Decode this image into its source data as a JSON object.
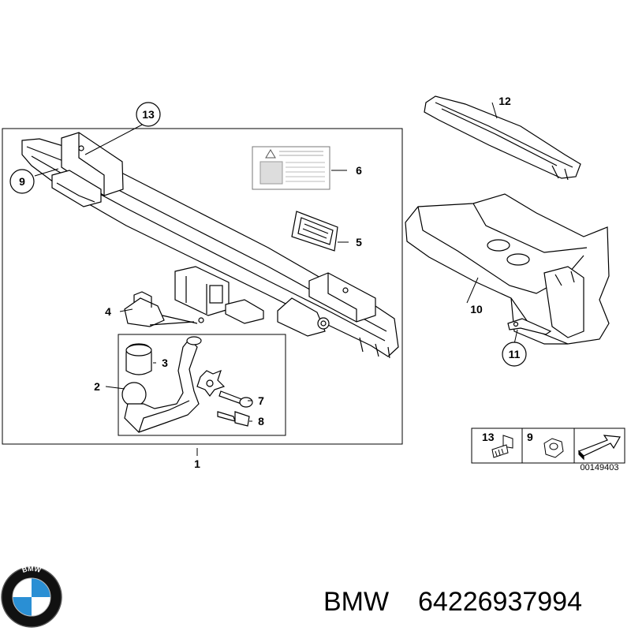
{
  "callouts": {
    "c1": "1",
    "c2": "2",
    "c3": "3",
    "c4": "4",
    "c5": "5",
    "c6": "6",
    "c7": "7",
    "c8": "8",
    "c9": "9",
    "c10": "10",
    "c11": "11",
    "c12": "12",
    "c13": "13"
  },
  "legend": {
    "label_13": "13",
    "label_9": "9",
    "diagram_code": "00149403"
  },
  "footer": {
    "brand": "BMW",
    "part_number": "64226937994"
  },
  "logo": {
    "text": "BMW",
    "colors": {
      "blue": "#2a8fd4",
      "white": "#ffffff",
      "ring": "#111111"
    }
  }
}
